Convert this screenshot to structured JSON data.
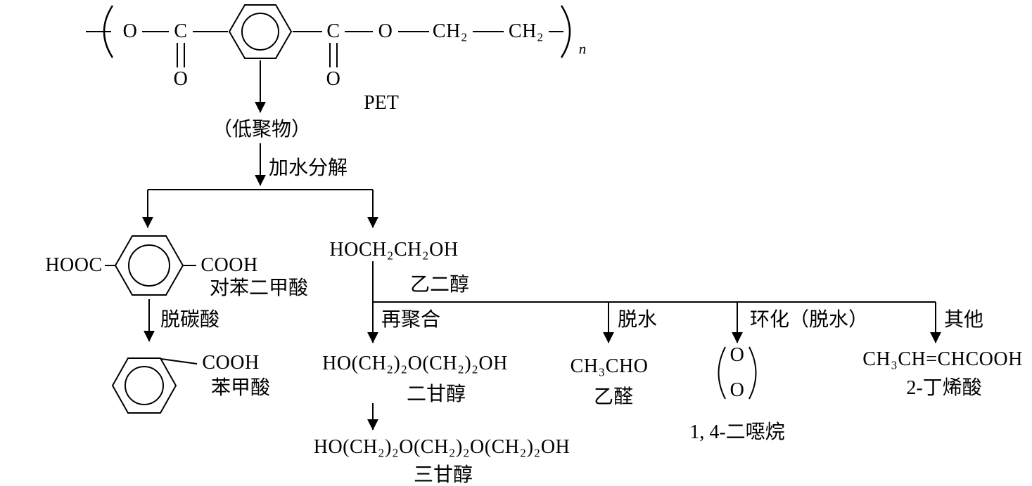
{
  "colors": {
    "ink": "#000000",
    "background": "#ffffff"
  },
  "structure_top": {
    "o_left": "O",
    "c_left": "C",
    "o_dbl_left": "O",
    "c_right": "C",
    "o_dbl_right": "O",
    "o_right": "O",
    "ch2_first": "CH₂",
    "ch2_second": "CH₂",
    "bracket_subscript": "n",
    "label": "PET"
  },
  "flow": {
    "oligomer": "（低聚物）",
    "step_hydrolysis": "加水分解",
    "terephthalic_acid": {
      "hooc": "HOOC",
      "cooh": "COOH",
      "name": "对苯二甲酸"
    },
    "step_decarboxylation": "脱碳酸",
    "benzoic_acid": {
      "cooh": "COOH",
      "name": "苯甲酸"
    },
    "ethylene_glycol": {
      "formula": "HOCH₂CH₂OH",
      "name": "乙二醇"
    },
    "branch_repolymerization": {
      "label": "再聚合",
      "formula": "HO(CH₂)₂O(CH₂)₂OH",
      "name": "二甘醇"
    },
    "triethylene_glycol": {
      "formula": "HO(CH₂)₂O(CH₂)₂O(CH₂)₂OH",
      "name": "三甘醇"
    },
    "branch_dehydration": {
      "label": "脱水",
      "formula": "CH₃CHO",
      "name": "乙醛"
    },
    "branch_cyclization": {
      "label": "环化（脱水）",
      "ring_o_top": "O",
      "ring_o_bottom": "O",
      "name": "1, 4-二噁烷"
    },
    "branch_other": {
      "label": "其他",
      "formula": "CH₃CH=CHCOOH",
      "name": "2-丁烯酸"
    }
  }
}
